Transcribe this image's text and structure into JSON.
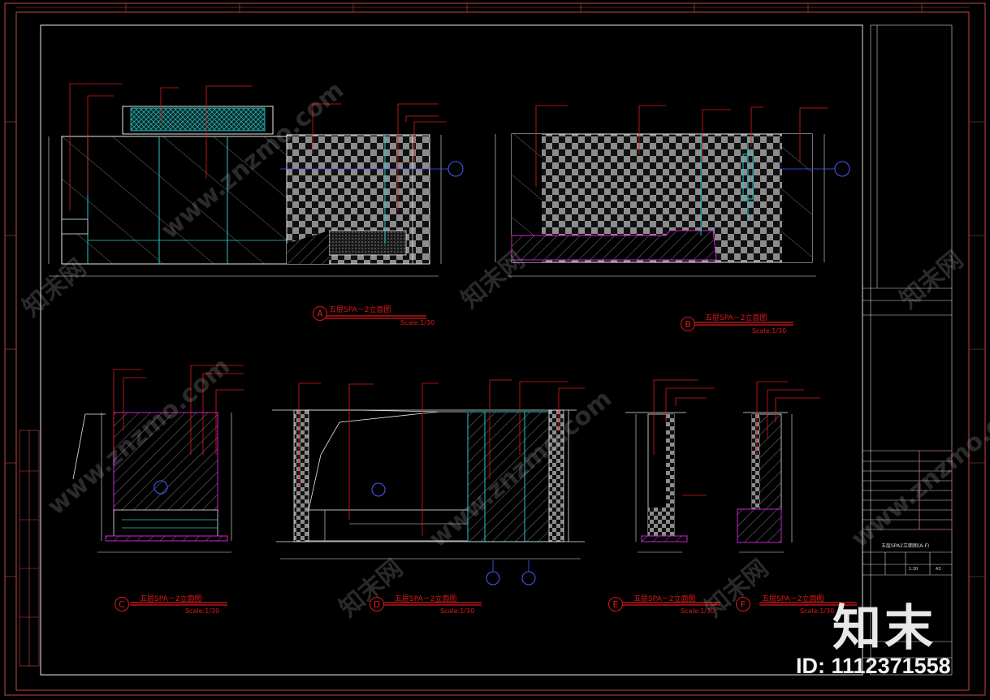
{
  "views": [
    {
      "marker": "A",
      "title": "五层SPA－2立面图",
      "scale": "Scale:1/30"
    },
    {
      "marker": "B",
      "title": "五层SPA－2立面图",
      "scale": "Scale:1/30"
    },
    {
      "marker": "C",
      "title": "五层SPA－2立面图",
      "scale": "Scale:1/30"
    },
    {
      "marker": "D",
      "title": "五层SPA－2立面图",
      "scale": "Scale:1/30"
    },
    {
      "marker": "E",
      "title": "五层SPA－2立面图",
      "scale": "Scale:1/30"
    },
    {
      "marker": "F",
      "title": "五层SPA－2立面图",
      "scale": "Scale:1/30"
    }
  ],
  "title_block": {
    "drawing_name": "五层SPA2立面图(A-F)",
    "scale_value": "1:30",
    "sheet_size": "A3"
  },
  "watermark": {
    "site": "www.znzmo.com",
    "brand_cn": "知末网"
  },
  "logo": {
    "text": "知末",
    "id": "ID: 1112371558"
  },
  "colors": {
    "frame": "#d25050",
    "outline": "#e8e8e8",
    "leader": "#e01818",
    "glass": "#20c8c8",
    "accent": "#d020d0",
    "hatch": "#9a9a9a"
  }
}
